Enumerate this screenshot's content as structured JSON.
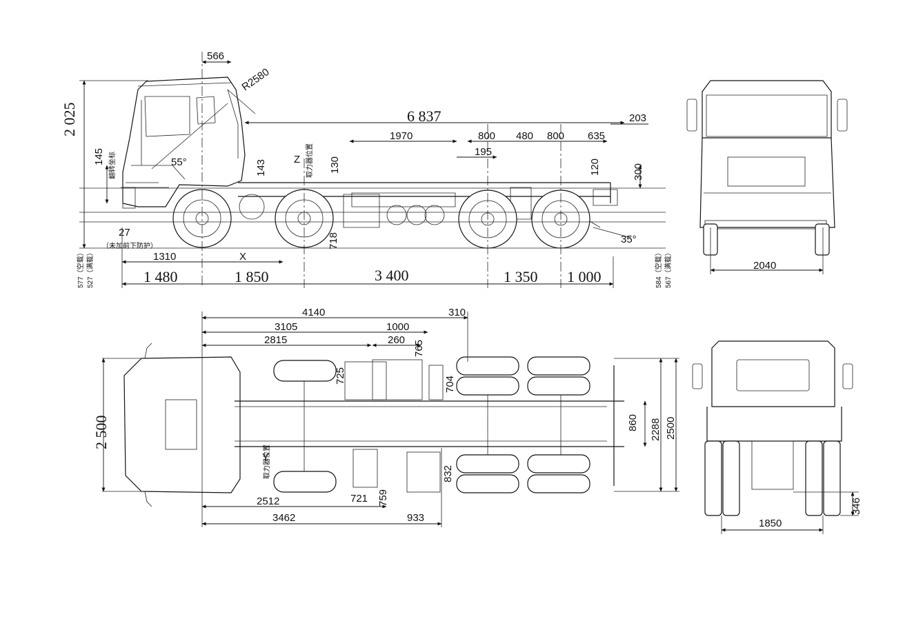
{
  "side_view": {
    "overall_length": "6 837",
    "cab_height": "2 025",
    "front_overhang_top": "566",
    "turn_radius": "R2580",
    "tilt_angle": "55°",
    "departure_angle": "35°",
    "steer_sensor_value": "145",
    "steer_sensor_label": "翻转坐标",
    "pto_label": "取力器位置",
    "pto_marker": "Z",
    "d_143": "143",
    "d_130": "130",
    "d_1970": "1970",
    "d_195": "195",
    "d_800a": "800",
    "d_480": "480",
    "d_800b": "800",
    "d_635": "635",
    "d_203": "203",
    "d_120": "120",
    "d_300": "300",
    "d_27": "27",
    "d_718": "718",
    "bumper_note": "（未加前下防护）",
    "d_1310": "1310",
    "x_marker": "X",
    "front_empty": "577（空载）",
    "front_full": "527（满载）",
    "rear_empty": "584（空载）",
    "rear_full": "567（满载）",
    "wb_1480": "1 480",
    "wb_1850": "1 850",
    "wb_3400": "3 400",
    "wb_1350": "1 350",
    "wb_1000": "1 000"
  },
  "front_view": {
    "track_width": "2040"
  },
  "top_view": {
    "width": "2 500",
    "d_4140": "4140",
    "d_3105": "3105",
    "d_1000": "1000",
    "d_310": "310",
    "d_2815": "2815",
    "d_260": "260",
    "d_765": "765",
    "d_725": "725",
    "d_704": "704",
    "d_2288": "2288",
    "d_2500r": "2500",
    "d_860": "860",
    "d_832": "832",
    "d_759": "759",
    "d_2512": "2512",
    "d_721": "721",
    "d_3462": "3462",
    "d_933": "933",
    "pto_label": "取力器位置",
    "y_marker": "Y"
  },
  "rear_view": {
    "track_width": "1850",
    "ground_clearance": "346"
  }
}
